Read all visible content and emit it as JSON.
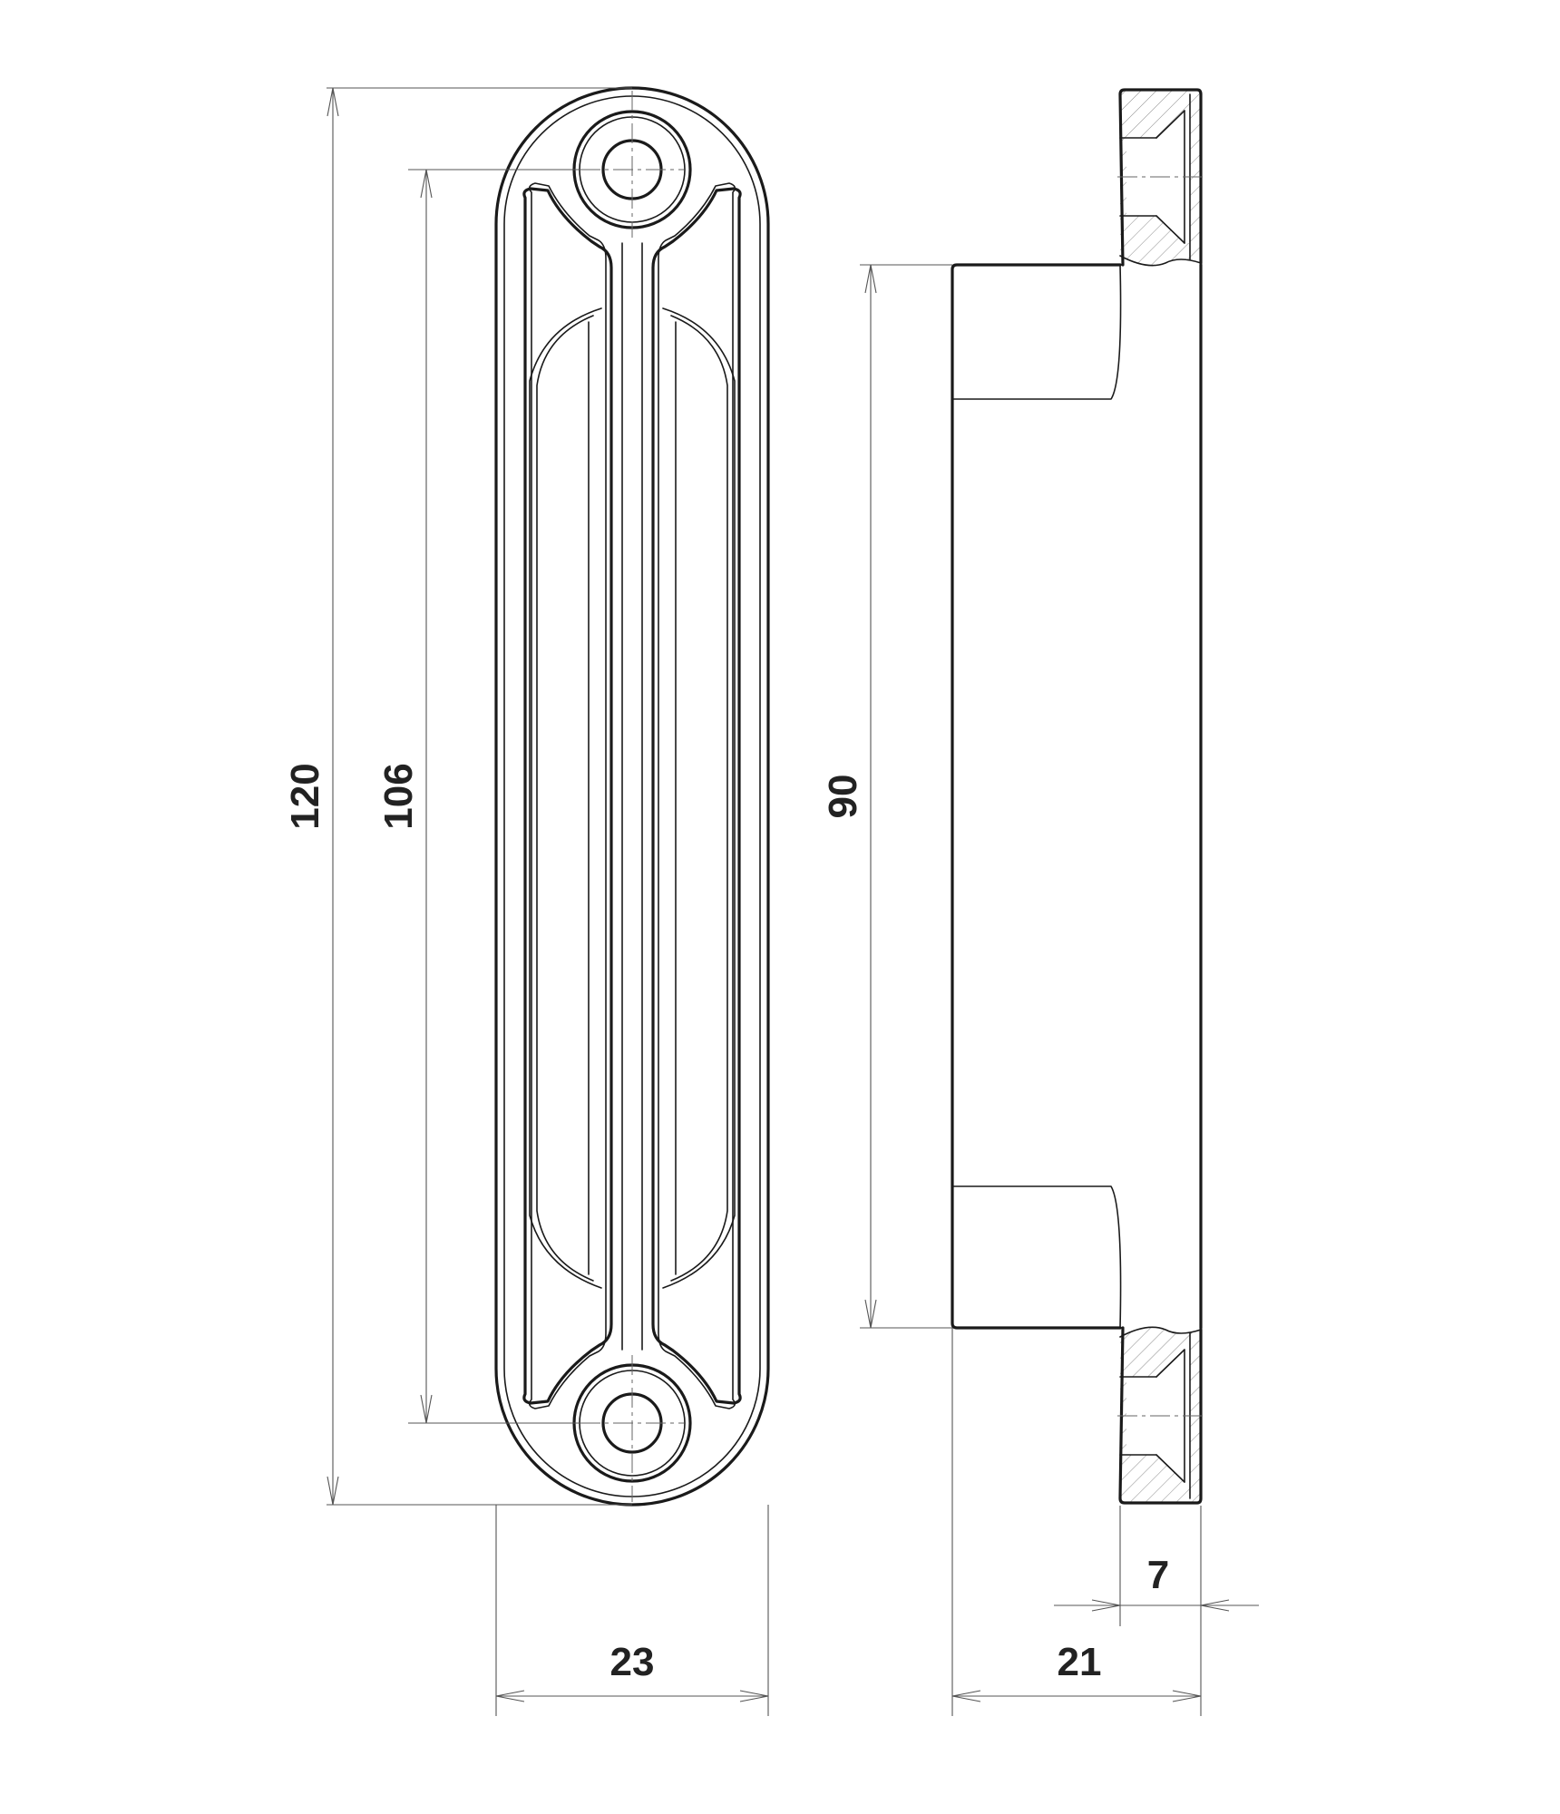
{
  "dimensions": {
    "overall_height": "120",
    "hole_spacing": "106",
    "body_height": "90",
    "flange_thickness": "7",
    "front_width": "23",
    "side_depth": "21"
  },
  "colors": {
    "line": "#1a1a1a",
    "dimension": "#555555",
    "background": "#ffffff"
  }
}
